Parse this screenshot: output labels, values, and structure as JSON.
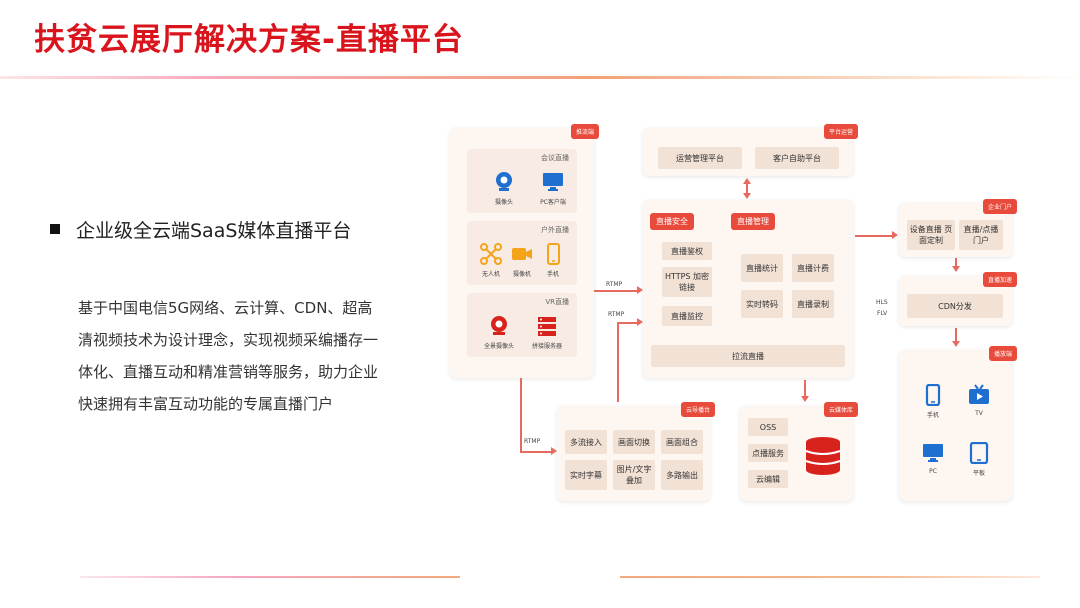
{
  "title": "扶贫云展厅解决方案-直播平台",
  "bullet": "企业级全云端SaaS媒体直播平台",
  "description": [
    "基于中国电信5G网络、云计算、CDN、超高",
    "清视频技术为设计理念，实现视频采编播存一",
    "体化、直播互动和精准营销等服务，助力企业",
    "快速拥有丰富互动功能的专属直播门户"
  ],
  "colors": {
    "accent": "#e84b3c",
    "title": "#d9141d",
    "icon_blue": "#1f6fd0",
    "icon_orange": "#f5a31a",
    "icon_red": "#d8231d"
  },
  "diagram": {
    "push": {
      "tag": "推流端",
      "meeting": {
        "label": "会议直播",
        "devices": [
          "摄像头",
          "PC客户端"
        ]
      },
      "outdoor": {
        "label": "户外直播",
        "devices": [
          "无人机",
          "摄像机",
          "手机"
        ]
      },
      "vr": {
        "label": "VR直播",
        "devices": [
          "全景摄像头",
          "拼接服务器"
        ]
      }
    },
    "platform": {
      "tag": "平台运营",
      "items": [
        "运营管理平台",
        "客户自助平台"
      ]
    },
    "security": {
      "label": "直播安全",
      "items": [
        "直播鉴权",
        "HTTPS 加密链接",
        "直播监控"
      ]
    },
    "management": {
      "label": "直播管理",
      "items": [
        "直播统计",
        "直播计费",
        "实时转码",
        "直播录制"
      ]
    },
    "pull": "拉流直播",
    "director": {
      "tag": "云导播台",
      "items": [
        "多流接入",
        "画面切换",
        "画面组合",
        "实时字幕",
        "图片/文字 叠加",
        "多路输出"
      ]
    },
    "storage": {
      "tag": "云媒体库",
      "items": [
        "OSS",
        "点播服务",
        "云编辑"
      ]
    },
    "portal": {
      "tag": "企业门户",
      "items": [
        "设备直播 页面定制",
        "直播/点播 门户"
      ]
    },
    "cdn": {
      "tag": "直播加速",
      "item": "CDN分发"
    },
    "play": {
      "tag": "播放端",
      "devices": [
        "手机",
        "TV",
        "PC",
        "平板"
      ]
    },
    "flow_labels": [
      "RTMP",
      "RTMP",
      "RTMP",
      "HLS",
      "FLV"
    ]
  }
}
